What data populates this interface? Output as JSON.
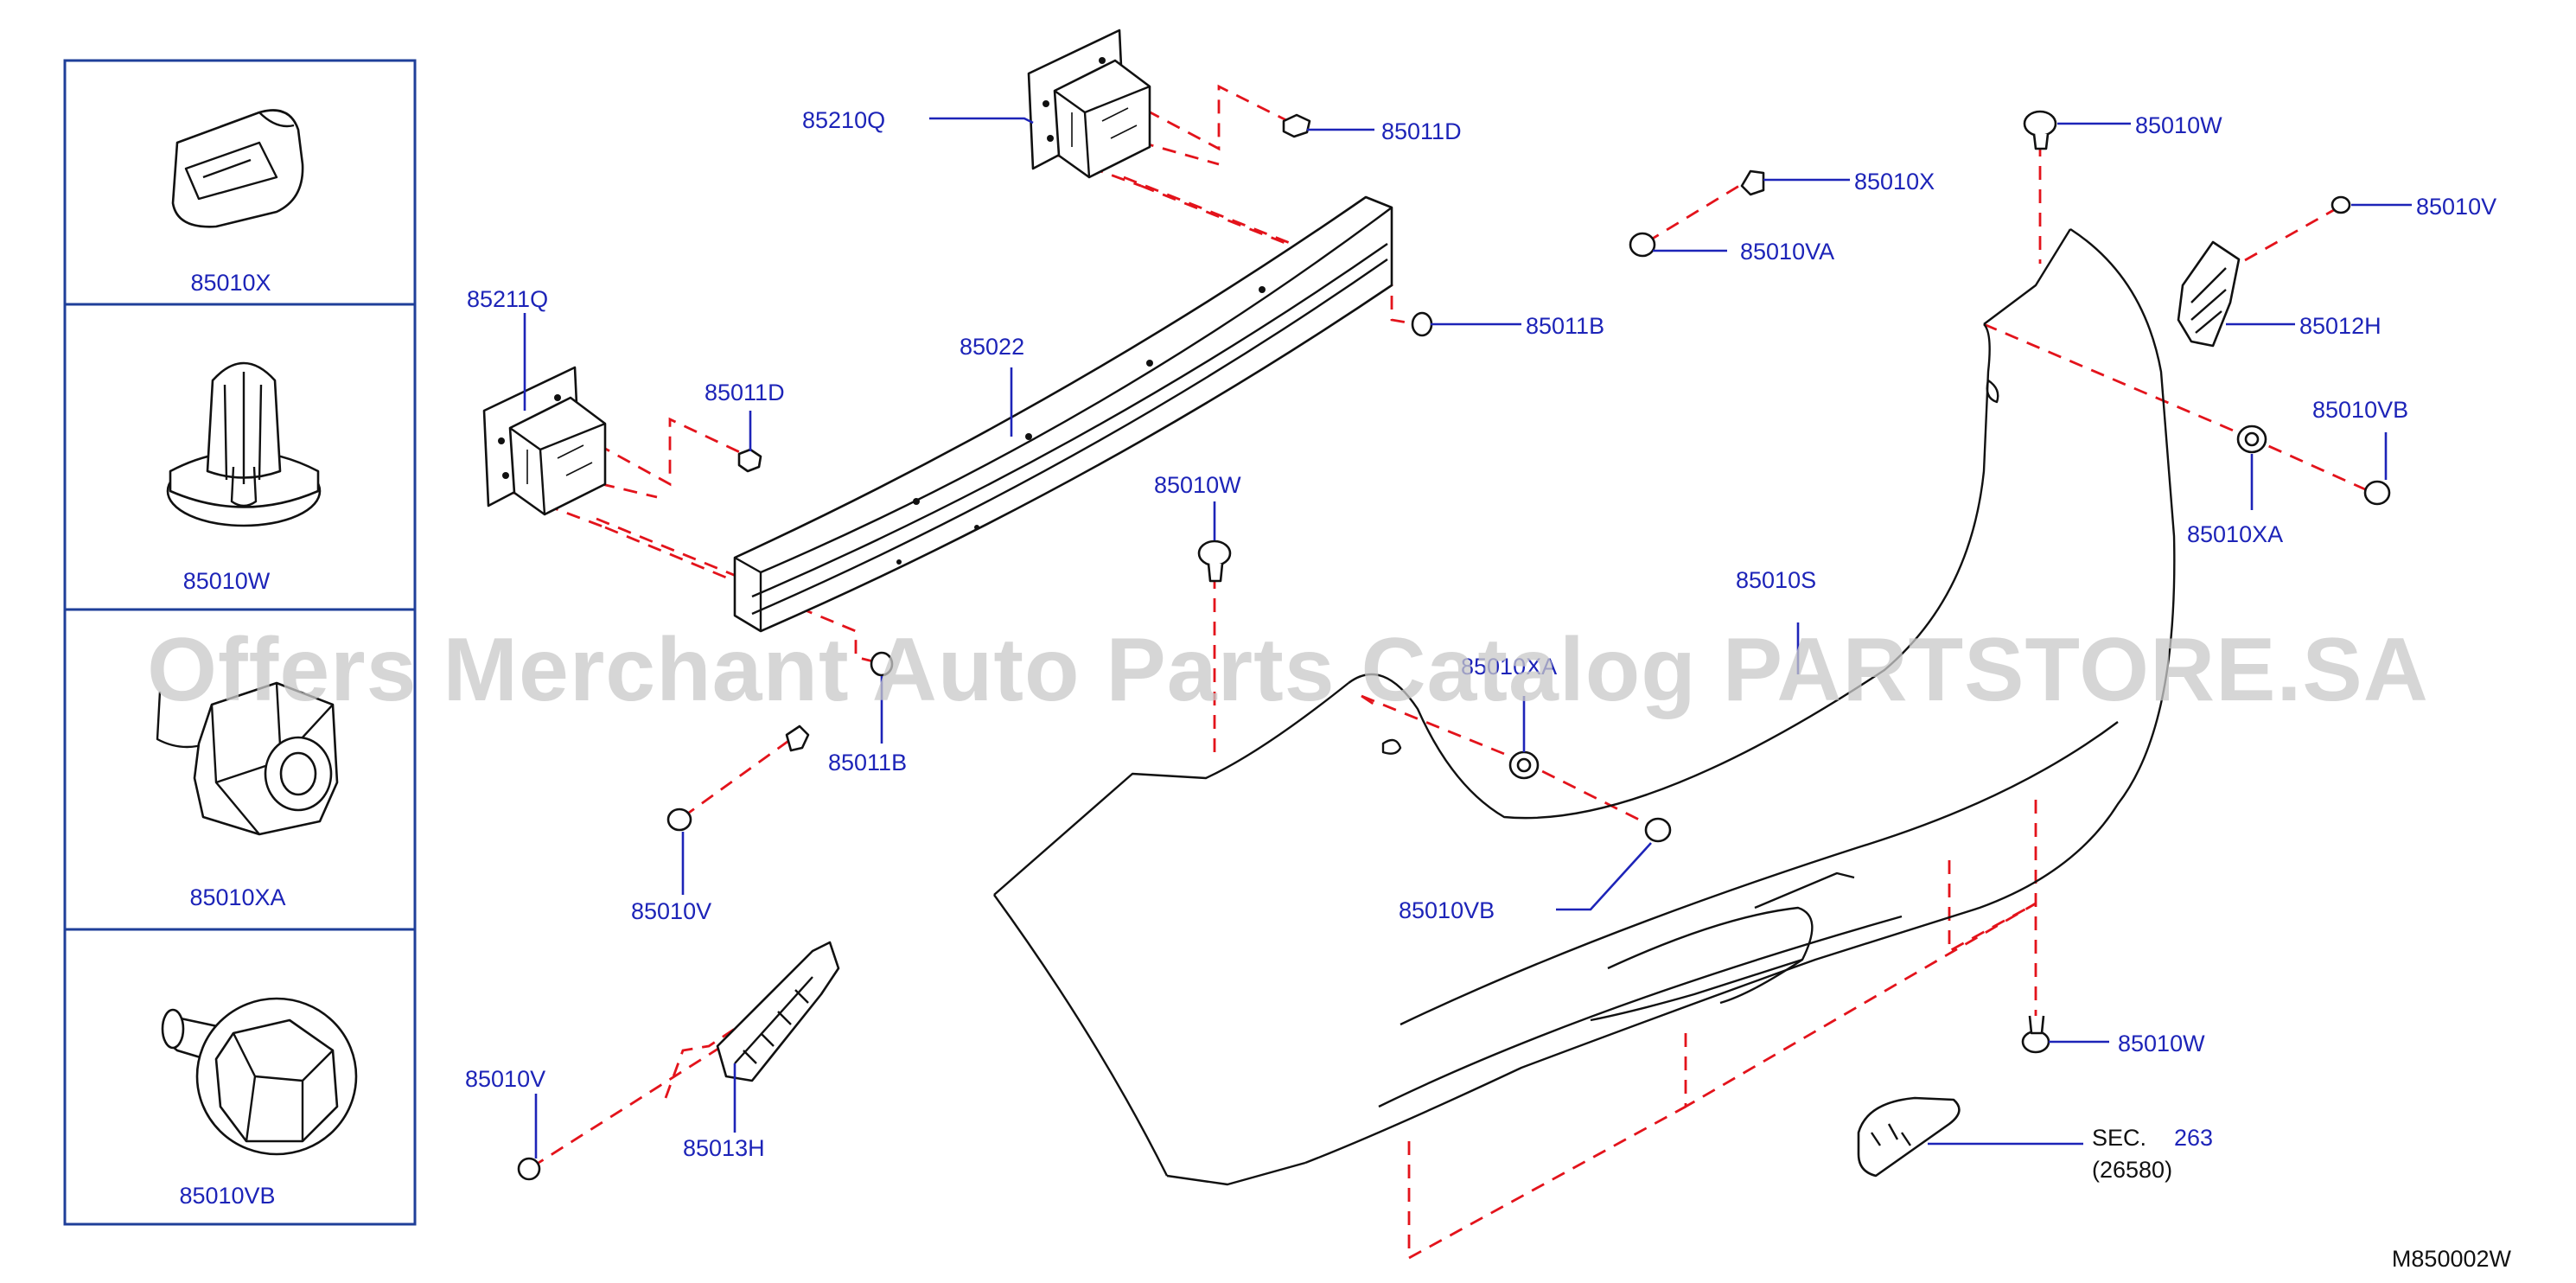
{
  "watermark": "Offers Merchant Auto Parts Catalog PARTSTORE.SA",
  "diagram_code": "M850002W",
  "legend": [
    {
      "label": "85010X",
      "icon": "push-clip-icon"
    },
    {
      "label": "85010W",
      "icon": "plastic-rivet-icon"
    },
    {
      "label": "85010XA",
      "icon": "clip-nut-icon"
    },
    {
      "label": "85010VB",
      "icon": "flange-bolt-icon"
    }
  ],
  "callouts": {
    "c85210Q": "85210Q",
    "c85011D_top": "85011D",
    "c85211Q": "85211Q",
    "c85011D_left": "85011D",
    "c85022": "85022",
    "c85011B_right": "85011B",
    "c85011B_left": "85011B",
    "c85010V_mid": "85010V",
    "c85010V_low": "85010V",
    "c85013H": "85013H",
    "c85010W_mid": "85010W",
    "c85010X": "85010X",
    "c85010VA": "85010VA",
    "c85010W_top": "85010W",
    "c85010V_right": "85010V",
    "c85012H": "85012H",
    "c85010VB_right": "85010VB",
    "c85010XA_right": "85010XA",
    "c85010S": "85010S",
    "c85010XA_mid": "85010XA",
    "c85010VB_mid": "85010VB",
    "c85010W_low": "85010W",
    "sec_prefix": "SEC.",
    "sec_number": "263",
    "sec_sub": "(26580)"
  },
  "colors": {
    "label": "#1d24b8",
    "dashed_line": "#e3131b",
    "legend_border": "#1f3f99"
  }
}
